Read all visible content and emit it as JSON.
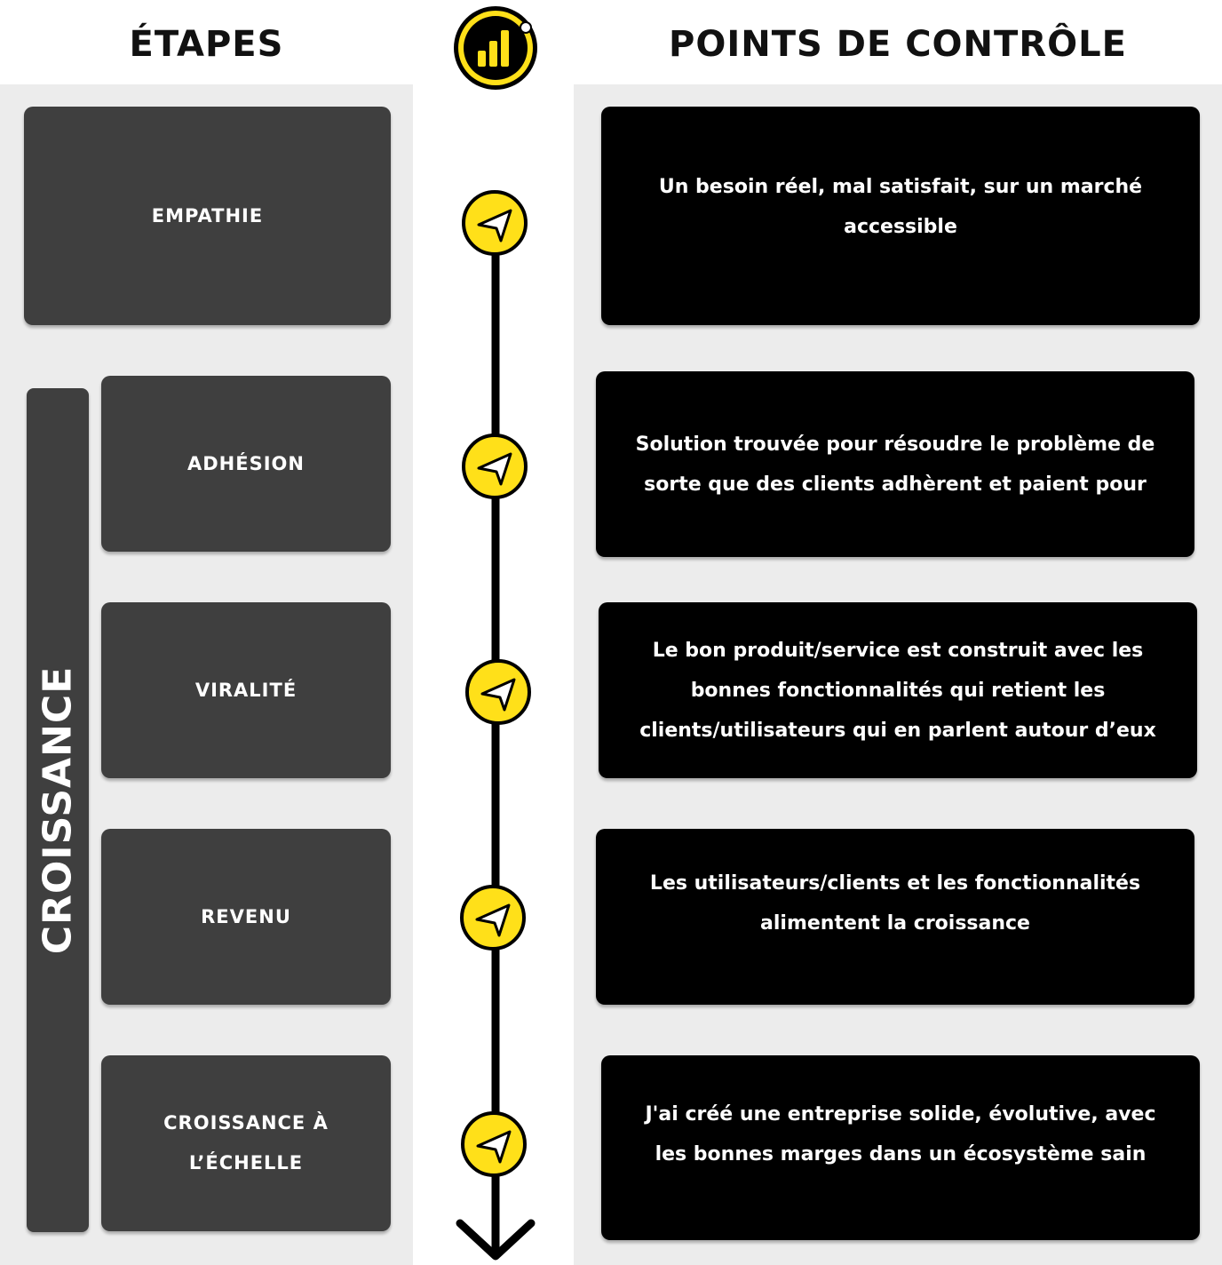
{
  "headings": {
    "stages": "ÉTAPES",
    "checkpoints": "POINTS DE CONTRÔLE"
  },
  "logo": {
    "icon": "bar-chart-logo-icon",
    "accent": "#FFE019"
  },
  "group": {
    "label": "CROISSANCE"
  },
  "stages": [
    {
      "label": "EMPATHIE"
    },
    {
      "label": "ADHÉSION"
    },
    {
      "label": "VIRALITÉ"
    },
    {
      "label": "REVENU"
    },
    {
      "label": "CROISSANCE  À L’ÉCHELLE"
    }
  ],
  "checkpoints": [
    {
      "text": "Un besoin réel, mal satisfait, sur un marché accessible"
    },
    {
      "text": "Solution trouvée pour résoudre le problème de sorte que des clients adhèrent et paient pour"
    },
    {
      "text": "Le bon produit/service est construit avec les bonnes fonctionnalités qui retient les clients/utilisateurs qui en parlent autour d’eux"
    },
    {
      "text": "Les utilisateurs/clients et les fonctionnalités alimentent la croissance"
    },
    {
      "text": "J'ai créé une entreprise solide, évolutive, avec les bonnes marges dans un écosystème sain"
    }
  ],
  "colors": {
    "stage_box": "#3F3F3F",
    "checkpoint_box": "#000000",
    "panel": "#ECECEC",
    "marker": "#FFE019"
  },
  "marker_icon": "arrow-pointer-icon",
  "timeline_end_icon": "arrow-down-icon"
}
